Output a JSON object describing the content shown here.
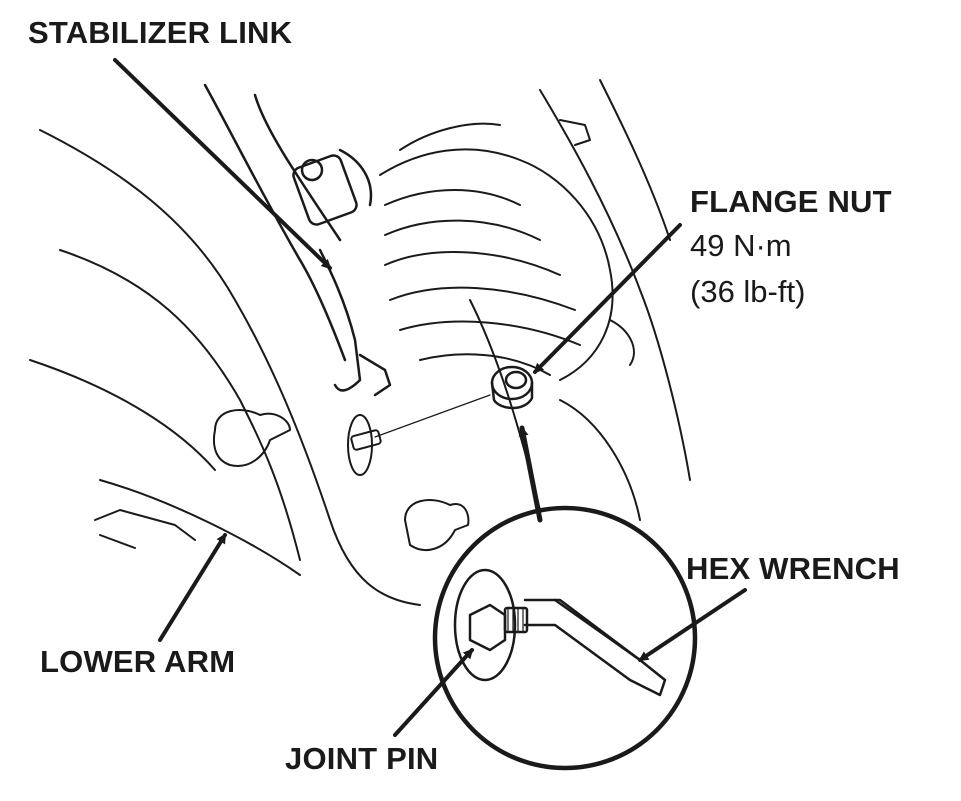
{
  "labels": {
    "stabilizer_link": "STABILIZER LINK",
    "flange_nut": "FLANGE NUT",
    "torque_nm": "49 N·m",
    "torque_lbft": "(36 lb-ft)",
    "hex_wrench": "HEX WRENCH",
    "lower_arm": "LOWER ARM",
    "joint_pin": "JOINT PIN"
  },
  "colors": {
    "ink": "#1a1a1a",
    "background": "#ffffff"
  }
}
